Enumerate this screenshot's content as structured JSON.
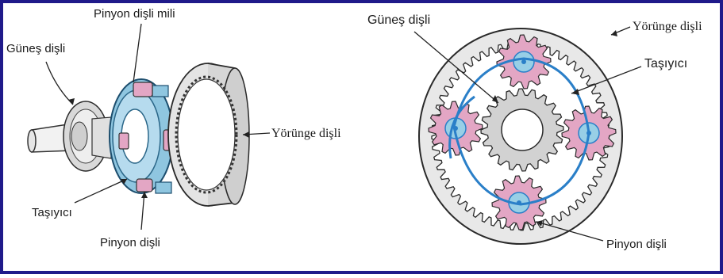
{
  "left_diagram": {
    "labels": {
      "sun_gear": "Güneş dişli",
      "pinion_shaft": "Pinyon dişli mili",
      "ring_gear": "Yörünge dişli",
      "carrier": "Taşıyıcı",
      "pinion_gear": "Pinyon dişli"
    }
  },
  "right_diagram": {
    "labels": {
      "sun_gear": "Güneş dişli",
      "ring_gear": "Yörünge dişli",
      "carrier": "Taşıyıcı",
      "pinion_gear": "Pinyon dişli"
    }
  },
  "colors": {
    "frame": "#1f1a8a",
    "pinion_fill": "#e3a6c4",
    "carrier_fill": "#98cfe6",
    "carrier_line": "#2a7fc8",
    "gear_gray": "#d2d2d2",
    "outline": "#2a2a2a"
  }
}
